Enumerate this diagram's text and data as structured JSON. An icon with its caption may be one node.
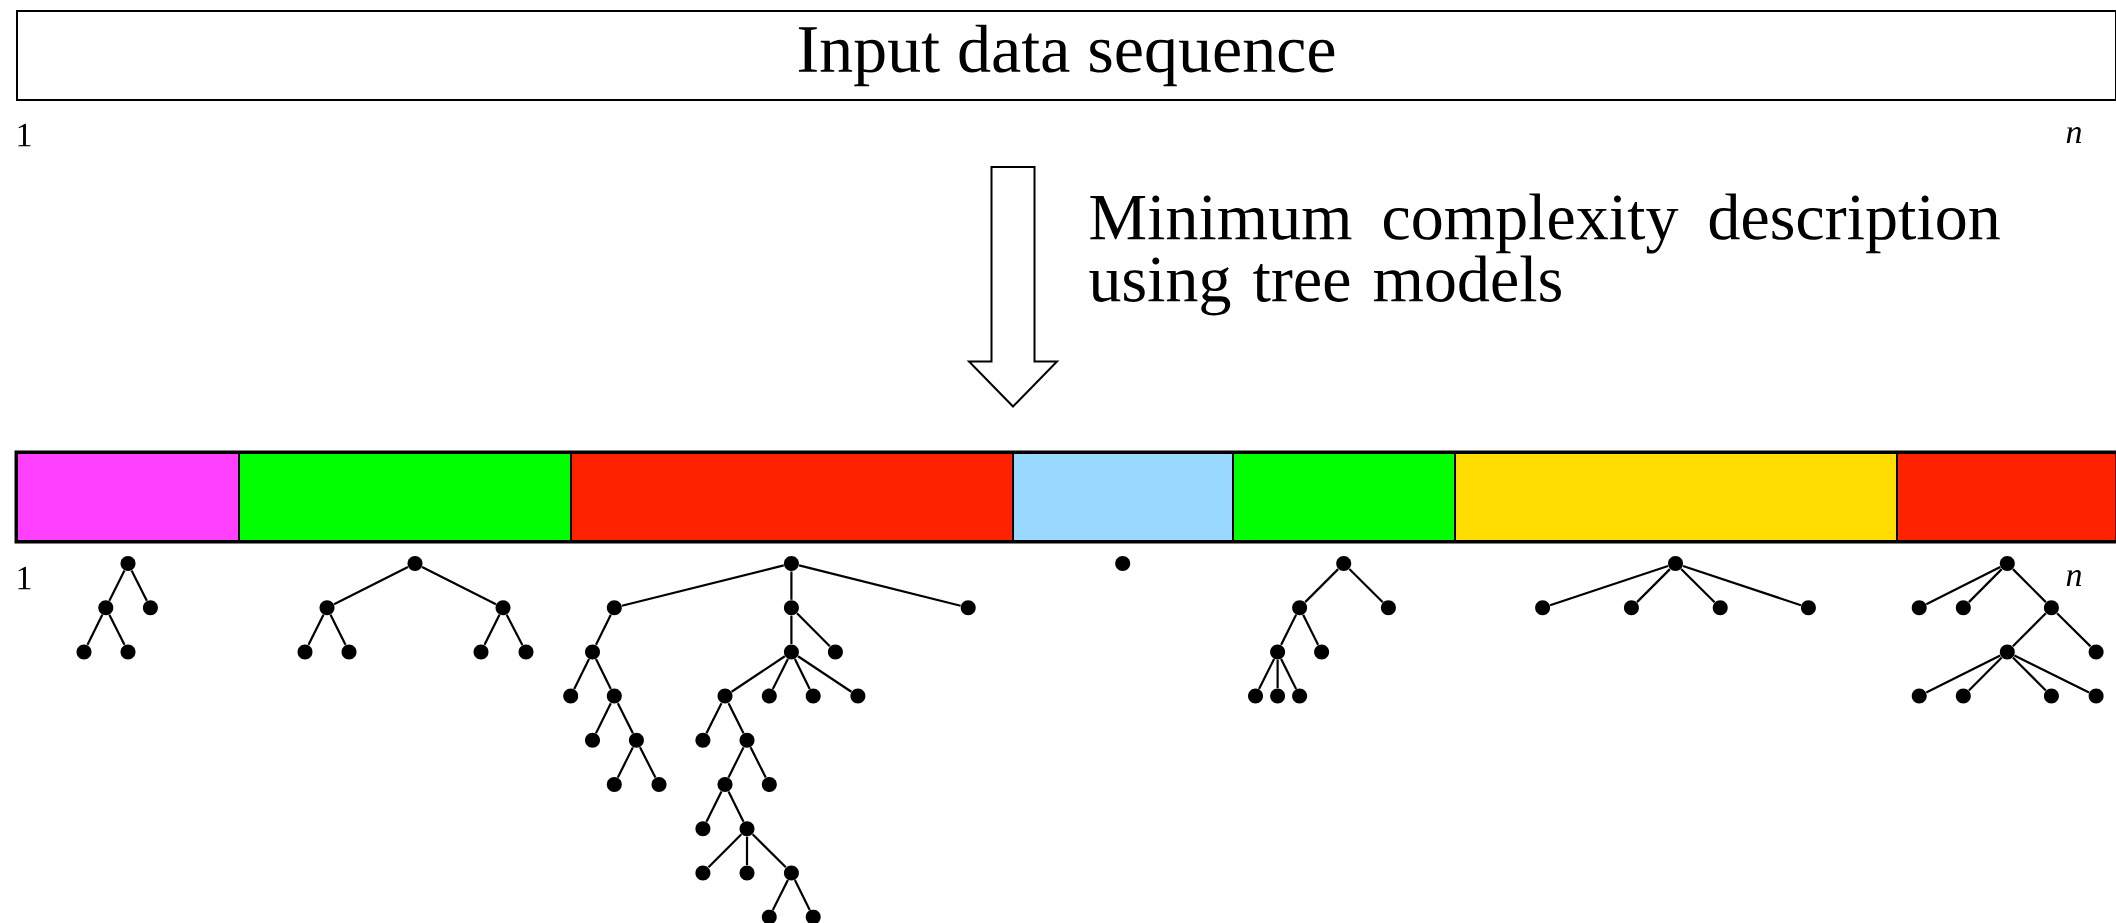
{
  "diagram": {
    "nodes": [
      {
        "text": [
          "Input data sequence"
        ]
      },
      {
        "text": [],
        "shape": "bar"
      },
      {
        "text": [],
        "shape": "bar",
        "in": 1
      },
      {
        "text": [],
        "shape": "bar",
        "in": 1
      },
      {
        "text": [],
        "shape": "bar",
        "in": 1
      },
      {
        "text": [],
        "shape": "bar",
        "in": 1
      },
      {
        "text": [],
        "shape": "bar",
        "in": 1
      },
      {
        "text": [],
        "shape": "bar",
        "in": 1
      },
      {
        "text": [],
        "shape": "bar",
        "in": 1
      },
      {
        "text": [],
        "shape": "circle"
      },
      {
        "text": [],
        "shape": "circle"
      },
      {
        "text": [],
        "shape": "circle"
      },
      {
        "text": [],
        "shape": "circle"
      },
      {
        "text": [],
        "shape": "circle"
      },
      {
        "text": [],
        "shape": "circle"
      },
      {
        "text": [],
        "shape": "circle"
      },
      {
        "text": [],
        "shape": "circle"
      },
      {
        "text": [],
        "shape": "circle"
      },
      {
        "text": [],
        "shape": "circle"
      },
      {
        "text": [],
        "shape": "circle"
      },
      {
        "text": [],
        "shape": "circle"
      },
      {
        "text": [],
        "shape": "circle"
      },
      {
        "text": [],
        "shape": "circle"
      },
      {
        "text": [],
        "shape": "circle"
      },
      {
        "text": [],
        "shape": "circle"
      },
      {
        "text": [],
        "shape": "circle"
      },
      {
        "text": [],
        "shape": "circle"
      },
      {
        "text": [],
        "shape": "circle"
      },
      {
        "text": [],
        "shape": "circle"
      },
      {
        "text": [],
        "shape": "circle"
      },
      {
        "text": [],
        "shape": "circle"
      },
      {
        "text": [],
        "shape": "circle"
      },
      {
        "text": [],
        "shape": "circle"
      },
      {
        "text": [],
        "shape": "circle"
      },
      {
        "text": [],
        "shape": "circle"
      },
      {
        "text": [],
        "shape": "circle"
      },
      {
        "text": [],
        "shape": "circle"
      },
      {
        "text": [],
        "shape": "circle"
      },
      {
        "text": [],
        "shape": "circle"
      },
      {
        "text": [],
        "shape": "circle"
      },
      {
        "text": [],
        "shape": "circle"
      },
      {
        "text": [],
        "shape": "circle"
      },
      {
        "text": [],
        "shape": "circle"
      },
      {
        "text": [],
        "shape": "circle"
      },
      {
        "text": [],
        "shape": "circle"
      },
      {
        "text": [],
        "shape": "circle"
      },
      {
        "text": [],
        "shape": "circle"
      },
      {
        "text": [],
        "shape": "circle"
      },
      {
        "text": [],
        "shape": "circle"
      },
      {
        "text": [],
        "shape": "circle"
      },
      {
        "text": [],
        "shape": "circle"
      },
      {
        "text": [],
        "shape": "circle"
      },
      {
        "text": [],
        "shape": "circle"
      },
      {
        "text": [],
        "shape": "circle"
      },
      {
        "text": [],
        "shape": "circle"
      },
      {
        "text": [],
        "shape": "circle"
      },
      {
        "text": [],
        "shape": "circle"
      },
      {
        "text": [],
        "shape": "circle"
      },
      {
        "text": [],
        "shape": "circle"
      },
      {
        "text": [],
        "shape": "circle"
      },
      {
        "text": [],
        "shape": "circle"
      },
      {
        "text": [],
        "shape": "circle"
      },
      {
        "text": [],
        "shape": "circle"
      },
      {
        "text": [],
        "shape": "circle"
      },
      {
        "text": [],
        "shape": "circle"
      },
      {
        "text": [],
        "shape": "circle"
      },
      {
        "text": [],
        "shape": "circle"
      },
      {
        "text": [],
        "shape": "circle"
      },
      {
        "text": [],
        "shape": "circle"
      },
      {
        "text": [],
        "shape": "circle"
      },
      {
        "text": [],
        "shape": "circle"
      },
      {
        "text": [],
        "shape": "circle"
      },
      {
        "text": [],
        "shape": "circle"
      }
    ],
    "edges": [
      {
        "from": 0,
        "to": 1,
        "arrow": "to",
        "label": "Minimum complexity description using tree models"
      },
      {
        "from": 9,
        "to": 10,
        "arrow": "none"
      },
      {
        "from": 9,
        "to": 11,
        "arrow": "none"
      },
      {
        "from": 10,
        "to": 12,
        "arrow": "none"
      },
      {
        "from": 10,
        "to": 13,
        "arrow": "none"
      },
      {
        "from": 14,
        "to": 15,
        "arrow": "none"
      },
      {
        "from": 14,
        "to": 16,
        "arrow": "none"
      },
      {
        "from": 15,
        "to": 17,
        "arrow": "none"
      },
      {
        "from": 15,
        "to": 18,
        "arrow": "none"
      },
      {
        "from": 16,
        "to": 19,
        "arrow": "none"
      },
      {
        "from": 16,
        "to": 20,
        "arrow": "none"
      },
      {
        "from": 21,
        "to": 22,
        "arrow": "none"
      },
      {
        "from": 21,
        "to": 23,
        "arrow": "none"
      },
      {
        "from": 21,
        "to": 24,
        "arrow": "none"
      },
      {
        "from": 22,
        "to": 25,
        "arrow": "none"
      },
      {
        "from": 23,
        "to": 26,
        "arrow": "none"
      },
      {
        "from": 23,
        "to": 27,
        "arrow": "none"
      },
      {
        "from": 25,
        "to": 28,
        "arrow": "none"
      },
      {
        "from": 25,
        "to": 29,
        "arrow": "none"
      },
      {
        "from": 26,
        "to": 30,
        "arrow": "none"
      },
      {
        "from": 26,
        "to": 31,
        "arrow": "none"
      },
      {
        "from": 26,
        "to": 32,
        "arrow": "none"
      },
      {
        "from": 26,
        "to": 33,
        "arrow": "none"
      },
      {
        "from": 29,
        "to": 34,
        "arrow": "none"
      },
      {
        "from": 29,
        "to": 35,
        "arrow": "none"
      },
      {
        "from": 30,
        "to": 36,
        "arrow": "none"
      },
      {
        "from": 30,
        "to": 37,
        "arrow": "none"
      },
      {
        "from": 35,
        "to": 38,
        "arrow": "none"
      },
      {
        "from": 35,
        "to": 39,
        "arrow": "none"
      },
      {
        "from": 37,
        "to": 40,
        "arrow": "none"
      },
      {
        "from": 37,
        "to": 41,
        "arrow": "none"
      },
      {
        "from": 40,
        "to": 42,
        "arrow": "none"
      },
      {
        "from": 40,
        "to": 43,
        "arrow": "none"
      },
      {
        "from": 43,
        "to": 44,
        "arrow": "none"
      },
      {
        "from": 43,
        "to": 45,
        "arrow": "none"
      },
      {
        "from": 43,
        "to": 46,
        "arrow": "none"
      },
      {
        "from": 46,
        "to": 47,
        "arrow": "none"
      },
      {
        "from": 46,
        "to": 48,
        "arrow": "none"
      },
      {
        "from": 50,
        "to": 51,
        "arrow": "none"
      },
      {
        "from": 50,
        "to": 52,
        "arrow": "none"
      },
      {
        "from": 51,
        "to": 53,
        "arrow": "none"
      },
      {
        "from": 51,
        "to": 54,
        "arrow": "none"
      },
      {
        "from": 53,
        "to": 55,
        "arrow": "none"
      },
      {
        "from": 53,
        "to": 56,
        "arrow": "none"
      },
      {
        "from": 53,
        "to": 57,
        "arrow": "none"
      },
      {
        "from": 58,
        "to": 59,
        "arrow": "none"
      },
      {
        "from": 58,
        "to": 60,
        "arrow": "none"
      },
      {
        "from": 58,
        "to": 61,
        "arrow": "none"
      },
      {
        "from": 58,
        "to": 62,
        "arrow": "none"
      },
      {
        "from": 63,
        "to": 64,
        "arrow": "none"
      },
      {
        "from": 63,
        "to": 65,
        "arrow": "none"
      },
      {
        "from": 63,
        "to": 66,
        "arrow": "none"
      },
      {
        "from": 66,
        "to": 67,
        "arrow": "none"
      },
      {
        "from": 66,
        "to": 68,
        "arrow": "none"
      },
      {
        "from": 67,
        "to": 69,
        "arrow": "none"
      },
      {
        "from": 67,
        "to": 70,
        "arrow": "none"
      },
      {
        "from": 67,
        "to": 71,
        "arrow": "none"
      },
      {
        "from": 67,
        "to": 72,
        "arrow": "none"
      }
    ],
    "labels": [
      "1",
      "n",
      "1",
      "n"
    ]
  }
}
